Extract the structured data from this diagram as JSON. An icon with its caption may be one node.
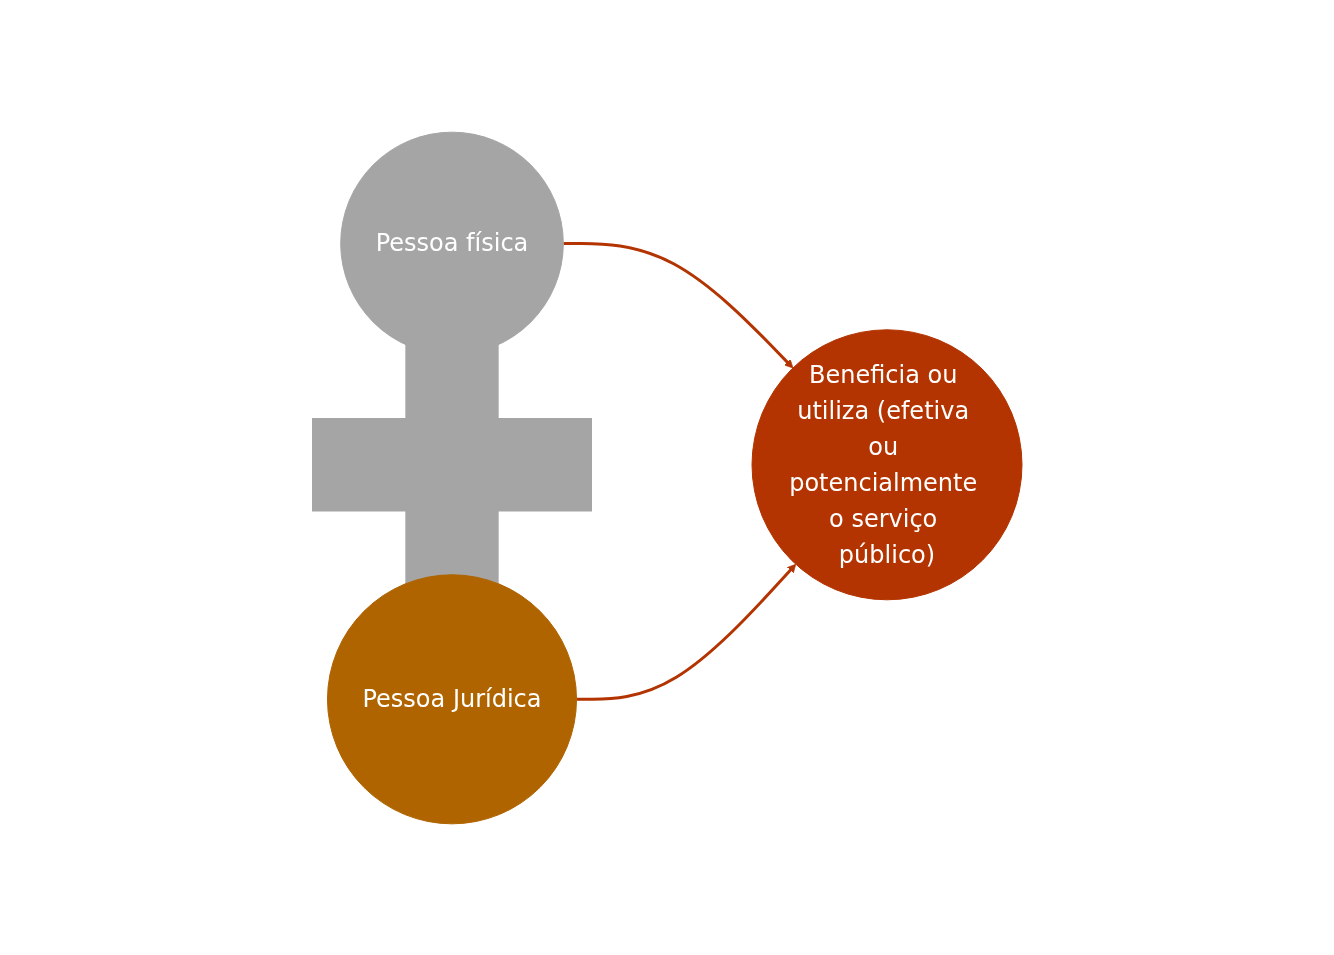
{
  "diagram": {
    "nodes": [
      {
        "text": [
          "Pessoa física"
        ]
      },
      {
        "text": [],
        "shape": "cross"
      },
      {
        "text": [
          "Pessoa Jurídica"
        ]
      },
      {
        "text": [
          "Beneficia ou utiliza (efetiva ou potencialmente o serviço público)"
        ]
      }
    ],
    "edges": [
      {
        "from": 0,
        "to": 3,
        "arrow": "to"
      },
      {
        "from": 2,
        "to": 3,
        "arrow": "to"
      }
    ]
  }
}
